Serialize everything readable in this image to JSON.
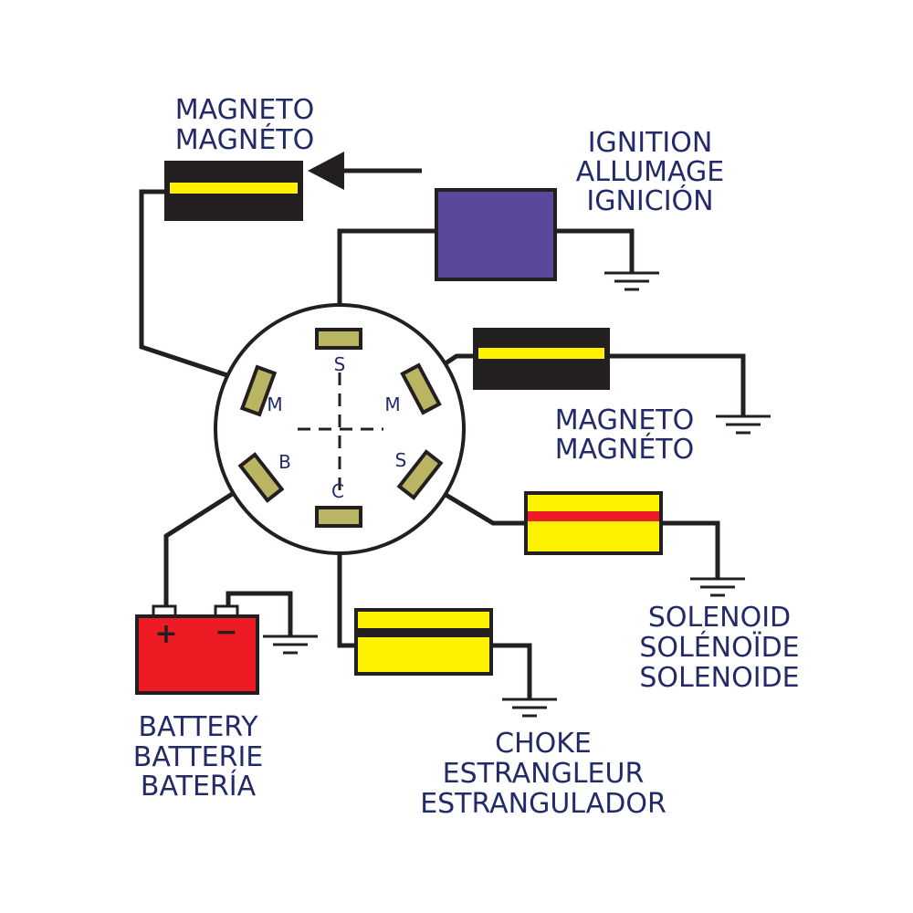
{
  "labels": {
    "magneto_top": [
      "MAGNETO",
      "MAGNÉTO"
    ],
    "ignition": [
      "IGNITION",
      "ALLUMAGE",
      "IGNICIÓN"
    ],
    "magneto_right": [
      "MAGNETO",
      "MAGNÉTO"
    ],
    "solenoid": [
      "SOLENOID",
      "SOLÉNOÏDE",
      "SOLENOIDE"
    ],
    "battery": [
      "BATTERY",
      "BATTERIE",
      "BATERÍA"
    ],
    "choke": [
      "CHOKE",
      "ESTRANGLEUR",
      "ESTRANGULADOR"
    ]
  },
  "terminals": {
    "top_s": "S",
    "upper_left_m": "M",
    "upper_right_m": "M",
    "lower_left_b": "B",
    "lower_right_s": "S",
    "bottom_c": "C"
  },
  "battery_signs": {
    "positive": "+",
    "negative": "−"
  },
  "colors": {
    "label_text": "#232a68",
    "wire": "#231f20",
    "terminal": "#bab563",
    "magneto_body": "#231f20",
    "magneto_stripe": "#fff200",
    "ignition_body": "#5b479c",
    "solenoid_body": "#fff200",
    "solenoid_stripe": "#ed1c24",
    "choke_body": "#fff200",
    "battery_body": "#ed1c24"
  }
}
